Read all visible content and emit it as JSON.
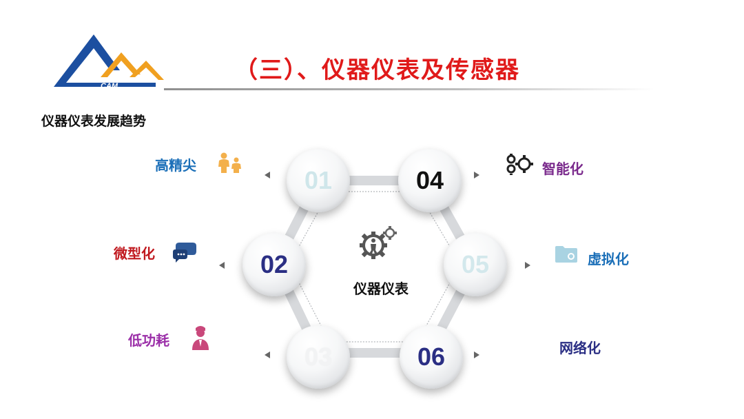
{
  "header": {
    "title": "（三）、仪器仪表及传感器",
    "subtitle": "仪器仪表发展趋势",
    "logo_text": "CAM"
  },
  "diagram": {
    "center_label": "仪器仪表",
    "nodes": [
      {
        "num": "01",
        "color": "#cfe6ea"
      },
      {
        "num": "02",
        "color": "#2b2f84"
      },
      {
        "num": "03",
        "color": "#f2f3f4"
      },
      {
        "num": "04",
        "color": "#111111"
      },
      {
        "num": "05",
        "color": "#d3e8ec"
      },
      {
        "num": "06",
        "color": "#2b2f84"
      }
    ],
    "items": [
      {
        "label": "高精尖",
        "color": "#1b6fb8",
        "icon": "people-icon"
      },
      {
        "label": "微型化",
        "color": "#c0181e",
        "icon": "chat-bubbles-icon"
      },
      {
        "label": "低功耗",
        "color": "#9b2fa8",
        "icon": "person-icon"
      },
      {
        "label": "智能化",
        "color": "#7a2a8c",
        "icon": "gears-icon"
      },
      {
        "label": "虚拟化",
        "color": "#1b6fb8",
        "icon": "folder-icon"
      },
      {
        "label": "网络化",
        "color": "#2b2f84",
        "icon": ""
      }
    ]
  },
  "colors": {
    "title_red": "#e01a1a",
    "logo_blue": "#1c4fa0",
    "logo_orange": "#f0a020"
  }
}
